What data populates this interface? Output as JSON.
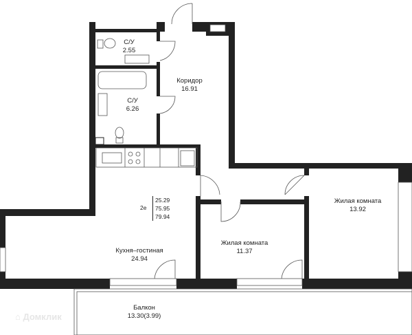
{
  "rooms": [
    {
      "name": "С/У",
      "area": "2.55"
    },
    {
      "name": "Коридор",
      "area": "16.91"
    },
    {
      "name": "С/У",
      "area": "6.26"
    },
    {
      "name": "Кухня–гостиная",
      "area": "24.94"
    },
    {
      "name": "Жилая комната",
      "area": "11.37"
    },
    {
      "name": "Жилая комната",
      "area": "13.92"
    },
    {
      "name": "Балкон",
      "area": "13.30(3.99)"
    }
  ],
  "summary": {
    "type": "2е",
    "living_area": "25.29",
    "total_area": "75.95",
    "total_with_balcony": "79.94"
  },
  "watermark": "Домклик",
  "colors": {
    "wall": "#222222",
    "line": "#555555"
  }
}
